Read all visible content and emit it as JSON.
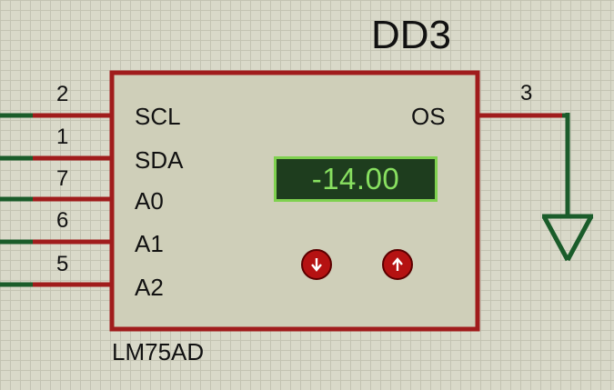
{
  "component": {
    "ref": "DD3",
    "part": "LM75AD",
    "display_value": "-14.00",
    "pins_left": [
      {
        "num": "2",
        "label": "SCL"
      },
      {
        "num": "1",
        "label": "SDA"
      },
      {
        "num": "7",
        "label": "A0"
      },
      {
        "num": "6",
        "label": "A1"
      },
      {
        "num": "5",
        "label": "A2"
      }
    ],
    "pin_right": {
      "num": "3",
      "label": "OS"
    },
    "buttons": [
      {
        "name": "decrement",
        "icon": "arrow-down-icon"
      },
      {
        "name": "increment",
        "icon": "arrow-up-icon"
      }
    ]
  },
  "colors": {
    "wire": "#a01c1c",
    "wire_end": "#1a5c2a",
    "body_fill": "#cfcfb9",
    "body_border": "#a01c1c",
    "ground": "#1a5c2a",
    "lcd_bg": "#1e3d1e",
    "lcd_text": "#88e060",
    "button": "#b51212"
  }
}
